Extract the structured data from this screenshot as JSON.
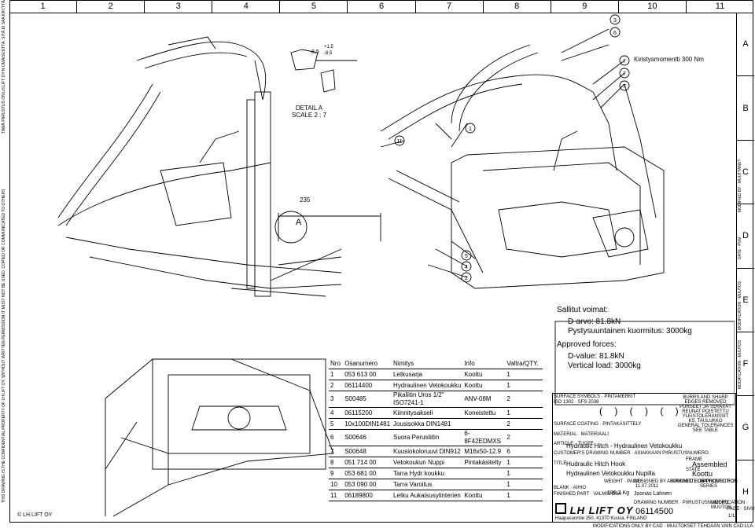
{
  "columns": [
    "1",
    "2",
    "3",
    "4",
    "5",
    "6",
    "7",
    "8",
    "9",
    "10",
    "11"
  ],
  "rows": [
    "A",
    "B",
    "C",
    "D",
    "E",
    "F",
    "G",
    "H"
  ],
  "left_margin": {
    "top_vertical_text": "TÄMÄ PIIRUSTUS ON LH LIFT OY:N OMAISUUTTA, SITÄ EI SAA KÄYTTÄÄ, KOPIOIDA TAI ESITTÄÄ ULKOPUOLISILLE ILMAN LUPAA",
    "bottom_vertical_text": "THIS DRAWING IS THE CONFIDENTIAL PROPERTY OF LH LIFT OY. WITHOUT WRITTEN PERMISSION IT MUST NOT BE USED, COPIED OR COMMUNICATED TO OTHERS",
    "company": "© LH LIFT OY"
  },
  "detail": {
    "title": "DETAIL A",
    "scale": "SCALE 2 : 7",
    "dim_85": "8,5",
    "tol_plus": "+1,5",
    "tol_minus": "-8,5"
  },
  "dimension_235": "235",
  "label_A": "A",
  "balloons": {
    "b3": "3",
    "b6": "6",
    "b7a": "7",
    "b7b": "7",
    "b7c": "7",
    "b1": "1",
    "b11": "11",
    "b5": "5",
    "b4": "4",
    "b2": "2"
  },
  "torque_note": "Kiristysmomentti 300 Nm",
  "forces": {
    "title": "Sallitut voimat:",
    "d_arvo": "D-arvo: 81.8kN",
    "pysty": "Pystysuuntainen kuormitus: 3000kg",
    "title_en": "Approved forces:",
    "d_value": "D-value: 81.8kN",
    "vertical": "Vertical load: 3000kg"
  },
  "parts_table": {
    "headers": [
      "Nro",
      "Osanumero",
      "Nimitys",
      "Info",
      "Valtra/QTY."
    ],
    "rows": [
      [
        "1",
        "053 613 00",
        "Letkusarja",
        "Koottu",
        "1"
      ],
      [
        "2",
        "06114400",
        "Hydraulinen Vetokoukku",
        "Koottu",
        "1"
      ],
      [
        "3",
        "S00485",
        "Pikaliitin Uros 1/2\" ISO7241-1",
        "ANV-08M",
        "2"
      ],
      [
        "4",
        "06115200",
        "Kiinnitysakseli",
        "Koneistettu",
        "1"
      ],
      [
        "5",
        "10x100DIN1481",
        "Jousisokka DIN1481",
        "",
        "2"
      ],
      [
        "6",
        "S00646",
        "Suora Perusliitin",
        "6-8F42EDMXS",
        "2"
      ],
      [
        "7",
        "S00648",
        "Kuusiokoloruuvi DIN912",
        "M16x50-12.9",
        "6"
      ],
      [
        "8",
        "051 714 00",
        "Vetokoukun Nuppi",
        "Pintakäsitelty",
        "1"
      ],
      [
        "9",
        "053 681 00",
        "Tarra Hydr koukku",
        "",
        "1"
      ],
      [
        "10",
        "053 090 00",
        "Tarra Varoitus",
        "",
        "1"
      ],
      [
        "11",
        "06189800",
        "Letku Aukaisusylinterien",
        "Koottu",
        "1"
      ]
    ]
  },
  "title_block": {
    "surface_symbols": "SURFACE SYMBOLS · PINTAMERKIT",
    "surface_sub": "ISO 1302 · SFS 2038",
    "surface_coating": "SURFACE COATING · PINTAKÄSITTELY",
    "material": "MATERIAL · MATERIAALI",
    "article": "ARTICLE · TUOTE",
    "article_value": "Hydraulic Hitch - Hydraulinen Vetokoukku",
    "customers_number": "CUSTOMER'S DRAWING NUMBER · ASIAKKAAN PIIRUSTUSNUMERO",
    "title_label": "TITLE",
    "title_en": "Hudraulic Hitch Hook",
    "title_fi": "Hydraulinen Vetokoukku Nupilla",
    "tol_line1": "BURRS AND SHARP EDGES REMOVED",
    "tol_line2": "PURSEET JA TERÄVÄT REUNAT POISTETTU",
    "tol_line3": "YLEISTOLERANSSIT",
    "tol_line4": "KS. TAULUKKO",
    "tol_line5": "GENERAL TOLERANCES",
    "tol_line6": "SEE TABLE",
    "frame_label": "FRAME",
    "frame_value": "Assembled",
    "state_label": "STATE",
    "state_value": "Koottu",
    "weight_label": "WEIGHT · PAINO",
    "weight_value": "186.2",
    "weight_unit": "Kg",
    "date_value": "11.07.2011",
    "designer": "Joonas Lahnen",
    "designed_by": "DESIGNED BY · SUUNNITTELIJA",
    "approved_prod": "APPROVED FOR PRODUCTION",
    "approved_series": "APPROVED FOR SERIES",
    "blank": "BLANK · AIHIO",
    "finished_part": "FINISHED PART · VALMIS OSA",
    "drawing_number_label": "DRAWING NUMBER · PIIRUSTUSNUMERO",
    "drawing_number": "06114500",
    "modification": "MODIFICATION · MUUTOS",
    "page_label": "PAGE · SIVU",
    "page_value": "1/1",
    "logo_text": "LH LIFT OY",
    "address": "Haapasuontie 250, 41370 Kuusa, FINLAND",
    "footer": "MODIFICATIONS ONLY BY CAD · MUUTOKSET TEHDÄÄN VAIN CAD:LLÄ"
  },
  "right_strip": {
    "t1": "MODIFIED BY · MUUTTANUT",
    "t2": "DATE · PVM",
    "t3": "MODIFICATION · MUUTOS",
    "t4": "MODIFICATION · MUUTOS"
  }
}
